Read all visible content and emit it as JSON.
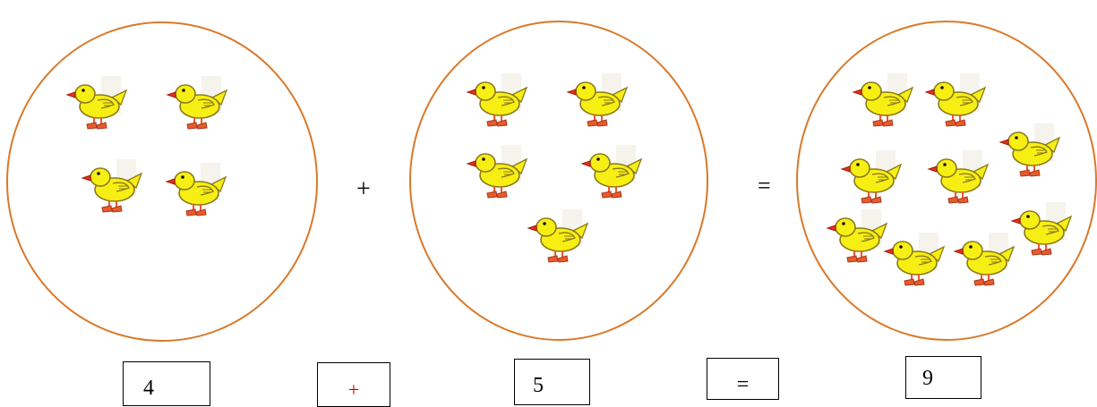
{
  "groups": [
    {
      "label": "first-addend-group",
      "count": 4
    },
    {
      "label": "second-addend-group",
      "count": 5
    },
    {
      "label": "sum-group",
      "count": 9
    }
  ],
  "operators": {
    "plus": "+",
    "equals": "="
  },
  "answer_boxes": {
    "first": "4",
    "operator": "+",
    "second": "5",
    "equals": "=",
    "result": "9"
  },
  "colors": {
    "circle": "#d9792a",
    "duck_body": "#f7ef14",
    "duck_outline": "#b08a1a",
    "beak": "#e63219",
    "feet": "#e85a2c",
    "operator_box_text": "#d40000"
  }
}
